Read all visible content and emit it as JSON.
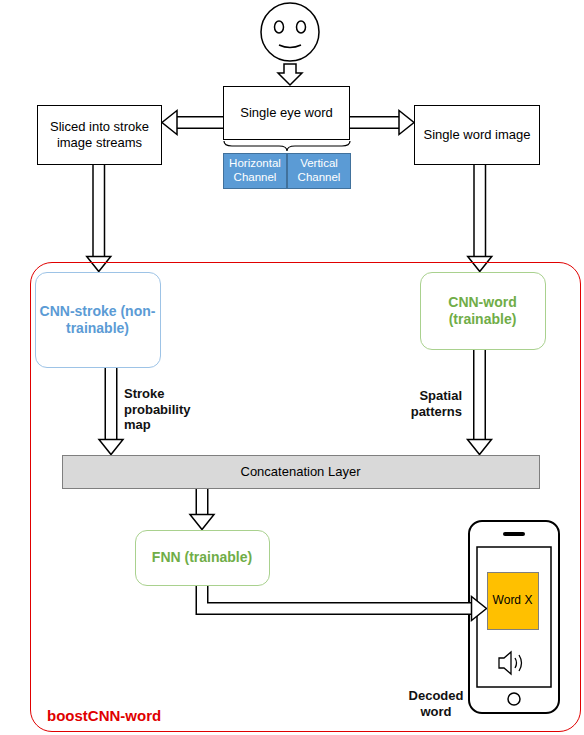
{
  "diagram": {
    "nodes": [
      {
        "text": [
          "Sliced into stroke image streams"
        ]
      },
      {
        "text": [
          "Single eye word"
        ]
      },
      {
        "text": [
          "Single word image"
        ]
      },
      {
        "text": [
          "Horizontal Channel"
        ]
      },
      {
        "text": [
          "Vertical Channel"
        ]
      },
      {
        "text": [
          "boostCNN-word"
        ]
      },
      {
        "text": [
          "CNN-stroke (non-trainable)"
        ],
        "in": 5
      },
      {
        "text": [
          "CNN-word (trainable)"
        ],
        "in": 5
      },
      {
        "text": [
          "Concatenation Layer"
        ],
        "in": 5
      },
      {
        "text": [
          "FNN (trainable)"
        ],
        "in": 5
      },
      {
        "text": [
          "Word X"
        ],
        "in": 5
      }
    ],
    "edges": [
      {
        "from": 1,
        "to": 0,
        "arrow": "to"
      },
      {
        "from": 1,
        "to": 2,
        "arrow": "to"
      },
      {
        "from": 0,
        "to": 6,
        "arrow": "to"
      },
      {
        "from": 2,
        "to": 7,
        "arrow": "to"
      },
      {
        "from": 6,
        "to": 8,
        "label": "Stroke probability map",
        "arrow": "to"
      },
      {
        "from": 7,
        "to": 8,
        "label": "Spatial patterns",
        "arrow": "to"
      },
      {
        "from": 8,
        "to": 9,
        "arrow": "to"
      },
      {
        "from": 9,
        "to": 10,
        "label": "Decoded word",
        "arrow": "to"
      }
    ]
  }
}
